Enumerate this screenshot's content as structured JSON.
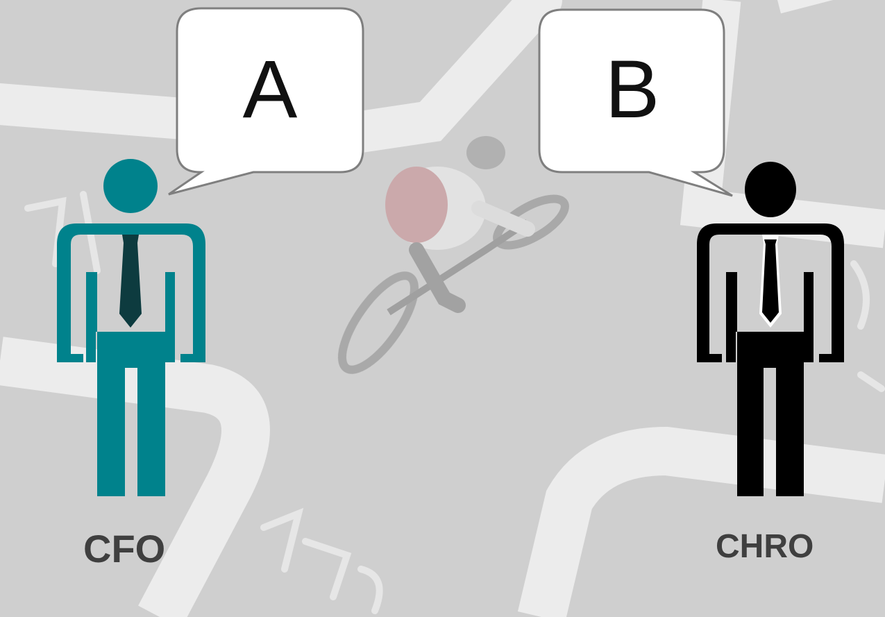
{
  "background": {
    "description_icon": "cyclist-road-photo",
    "tint": "#d4d4d4"
  },
  "figures": [
    {
      "id": "cfo",
      "label": "CFO",
      "color": "#00828c",
      "icon": "businessman-icon",
      "speech": "A"
    },
    {
      "id": "chro",
      "label": "CHRO",
      "color": "#000000",
      "icon": "businessman-icon",
      "speech": "B"
    }
  ],
  "colors": {
    "label_text": "#3f3f3f",
    "bubble_fill": "#ffffff",
    "bubble_stroke": "#7f7f7f"
  }
}
